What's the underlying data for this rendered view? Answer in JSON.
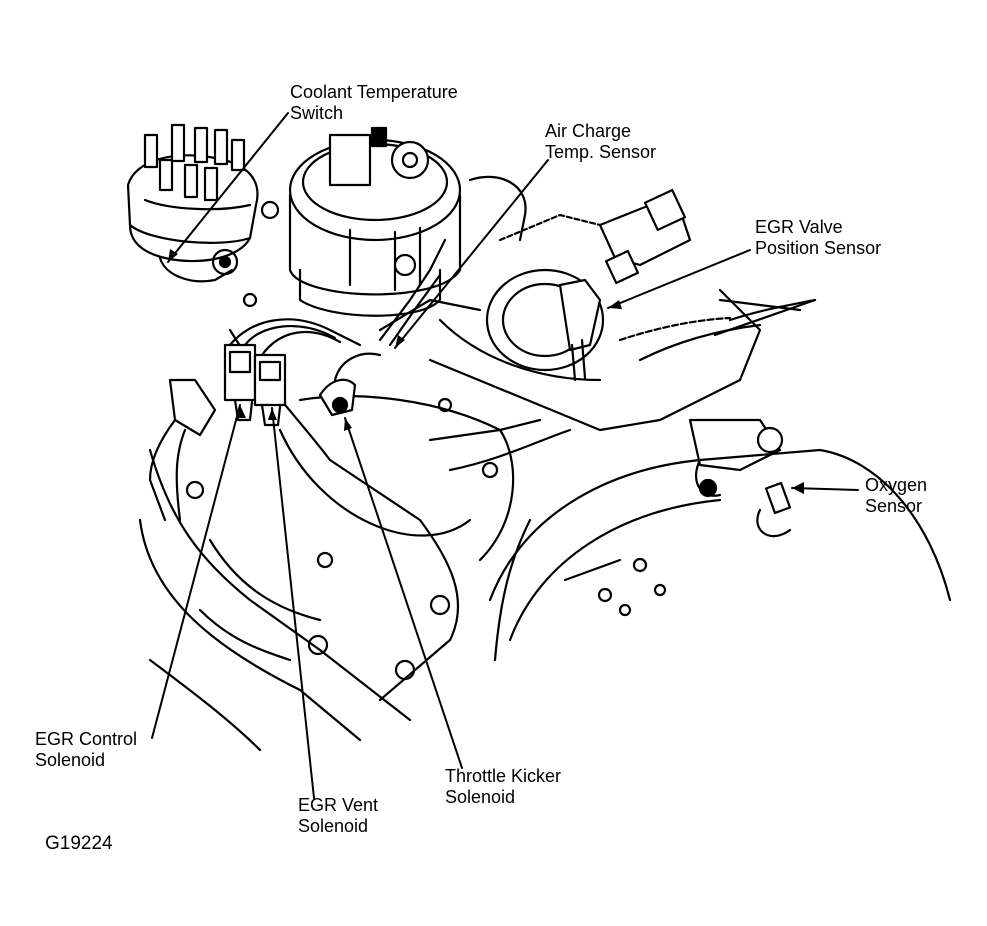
{
  "labels": {
    "coolant_switch": [
      "Coolant Temperature",
      "Switch"
    ],
    "air_charge_sensor": [
      "Air Charge",
      "Temp. Sensor"
    ],
    "egr_valve_sensor": [
      "EGR Valve",
      "Position Sensor"
    ],
    "oxygen_sensor": [
      "Oxygen",
      "Sensor"
    ],
    "egr_control_solenoid": [
      "EGR Control",
      "Solenoid"
    ],
    "egr_vent_solenoid": [
      "EGR Vent",
      "Solenoid"
    ],
    "throttle_kicker_solenoid": [
      "Throttle Kicker",
      "Solenoid"
    ]
  },
  "figure_id": "G19224"
}
